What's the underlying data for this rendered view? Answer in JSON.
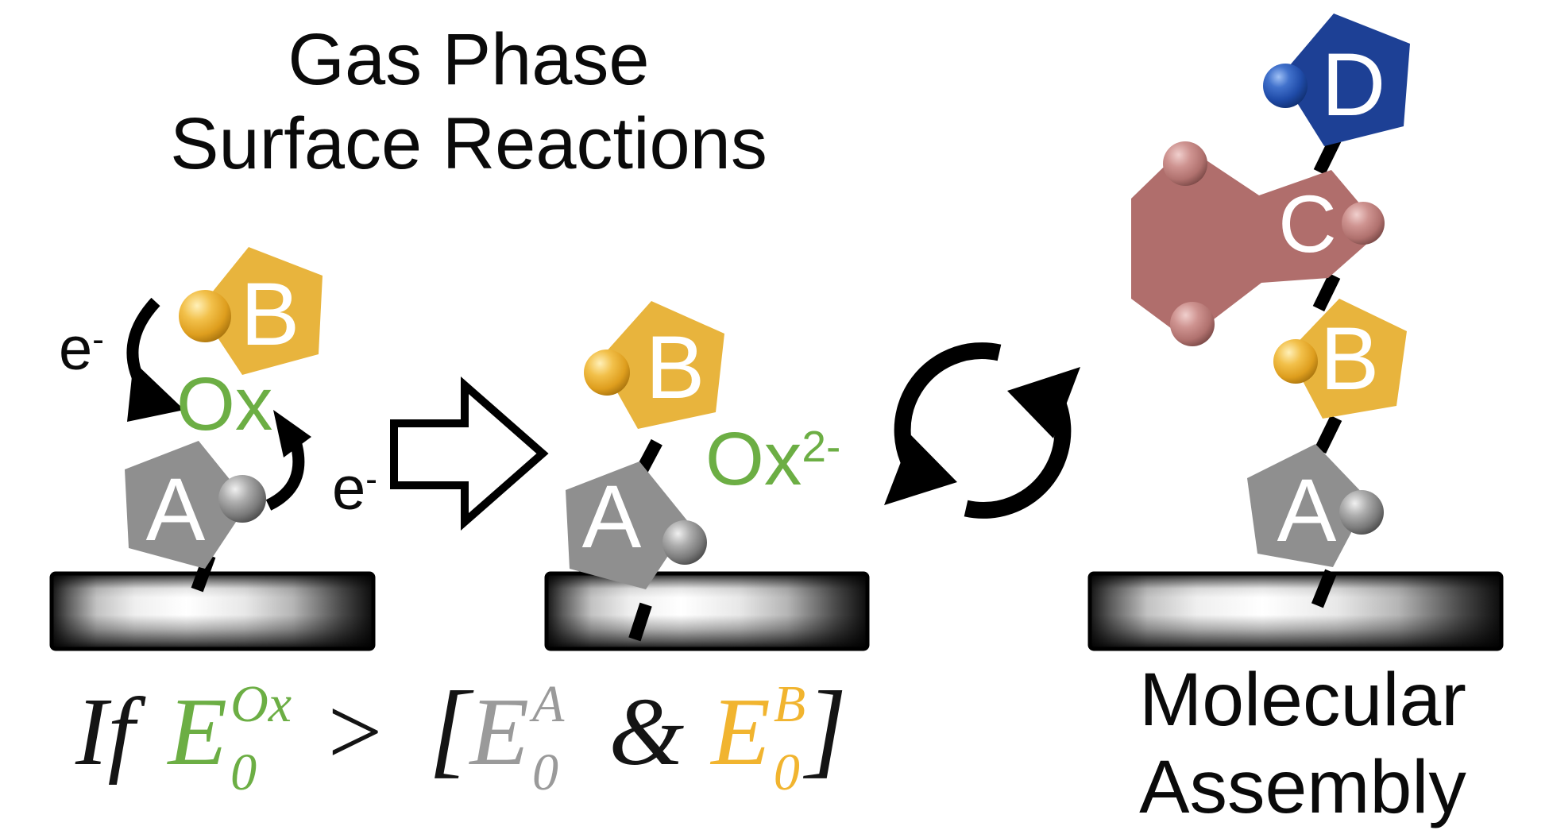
{
  "title": {
    "line1": "Gas Phase",
    "line2": "Surface Reactions"
  },
  "left_unit": {
    "electron_left_base": "e",
    "electron_left_sup": "-",
    "electron_right_base": "e",
    "electron_right_sup": "-",
    "oxidant_label": "Ox",
    "pentagon_b_label": "B",
    "pentagon_a_label": "A"
  },
  "middle_unit": {
    "pentagon_b_label": "B",
    "pentagon_a_label": "A",
    "oxidant_base": "Ox",
    "oxidant_sup": "2-"
  },
  "right_unit": {
    "pentagon_d_label": "D",
    "ring_c_label": "C",
    "pentagon_b_label": "B",
    "pentagon_a_label": "A",
    "caption_line1": "Molecular",
    "caption_line2": "Assembly"
  },
  "formula": {
    "prefix": "If",
    "term_ox": {
      "base": "E",
      "sup": "Ox",
      "sub": "0"
    },
    "comparator": ">",
    "bracket_open": "[",
    "term_a": {
      "base": "E",
      "sup": "A",
      "sub": "0"
    },
    "conjunction": "&",
    "term_b": {
      "base": "E",
      "sup": "B",
      "sub": "0"
    },
    "bracket_close": "]"
  },
  "colors": {
    "pentagon_yellow": "#E8B43D",
    "pentagon_gray": "#8F8F8F",
    "pentagon_blue": "#1D4095",
    "ring_rose": "#B06E6C",
    "green_text": "#6CAE44",
    "formula_gray": "#9A9A9A",
    "formula_yellow": "#F1B42F",
    "arrow_black": "#000000"
  }
}
